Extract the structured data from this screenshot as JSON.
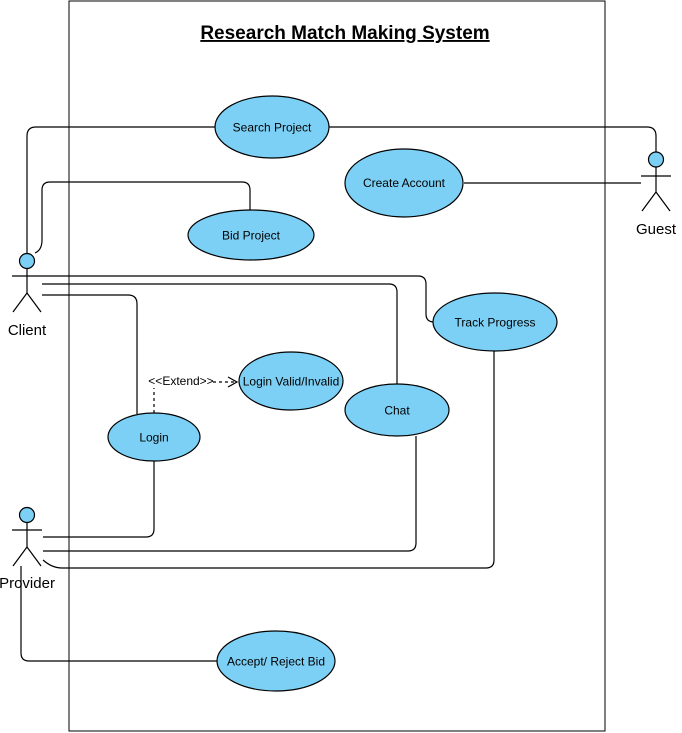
{
  "title": "Research Match Making System",
  "actors": {
    "client": "Client",
    "guest": "Guest",
    "provider": "Provider"
  },
  "use_cases": {
    "search_project": "Search Project",
    "create_account": "Create Account",
    "bid_project": "Bid Project",
    "track_progress": "Track Progress",
    "login_valid_invalid": "Login Valid/Invalid",
    "chat": "Chat",
    "login": "Login",
    "accept_reject_bid": "Accept/ Reject Bid"
  },
  "relations": {
    "extend": "<<Extend>>"
  },
  "colors": {
    "use_case_fill": "#7dd0f5",
    "actor_head_fill": "#7dd0f5",
    "stroke": "#000000",
    "background": "#ffffff"
  }
}
